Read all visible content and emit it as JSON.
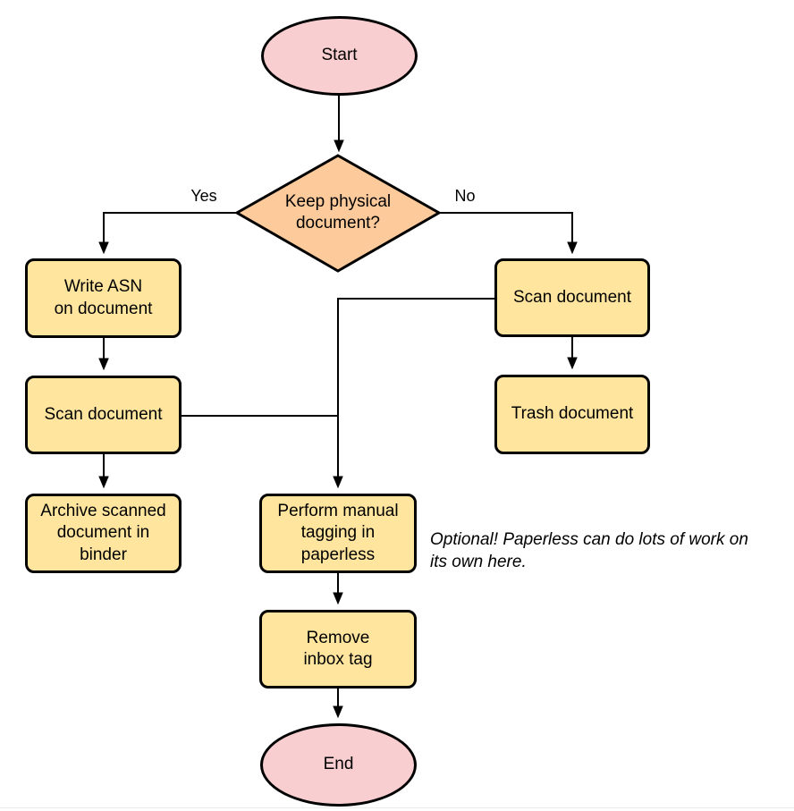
{
  "colors": {
    "terminal_fill": "#f9ced0",
    "process_fill": "#ffe59e",
    "decision_fill": "#fcca9b",
    "stroke": "#000000",
    "divider": "#ebebeb"
  },
  "nodes": {
    "start": {
      "label": "Start"
    },
    "decision": {
      "label": "Keep physical\ndocument?"
    },
    "write_asn": {
      "label": "Write ASN\non document"
    },
    "scan_left": {
      "label": "Scan document"
    },
    "archive": {
      "label": "Archive scanned\ndocument in\nbinder"
    },
    "scan_right": {
      "label": "Scan document"
    },
    "trash": {
      "label": "Trash document"
    },
    "tagging": {
      "label": "Perform manual\ntagging in\npaperless"
    },
    "remove_inbox": {
      "label": "Remove\ninbox tag"
    },
    "end": {
      "label": "End"
    }
  },
  "edge_labels": {
    "yes": "Yes",
    "no": "No"
  },
  "annotation": {
    "text": "Optional! Paperless can do lots of work on\nits own here."
  }
}
